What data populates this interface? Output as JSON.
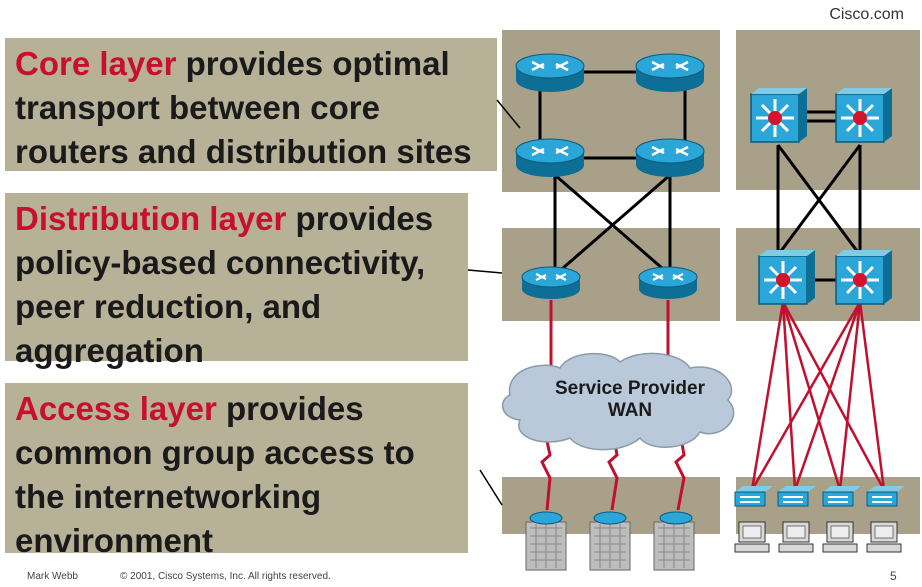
{
  "header": {
    "title_fragment": "a unique function",
    "brand": "Cisco.com"
  },
  "boxes": {
    "core": {
      "highlight": "Core layer",
      "rest": " provides optimal",
      "line2": "transport between core",
      "line3": "routers and distribution sites"
    },
    "distribution": {
      "highlight": "Distribution layer",
      "rest": " provides",
      "line2": "policy-based connectivity,",
      "line3": "peer reduction, and",
      "line4": "aggregation"
    },
    "access": {
      "highlight": "Access layer",
      "rest": " provides",
      "line2": "common group access to",
      "line3": "the internetworking",
      "line4": "environment"
    }
  },
  "diagram": {
    "wan_label_1": "Service Provider",
    "wan_label_2": "WAN",
    "colors": {
      "band": "#a8a088",
      "router": "#1a96c8",
      "switch": "#1a96c8",
      "link": "#000000",
      "wan_link": "#c0102e",
      "cloud": "#b9c9d9",
      "text_box": "#b7b198",
      "highlight": "#c8102e"
    }
  },
  "footer": {
    "author": "Mark Webb",
    "copyright": "© 2001, Cisco Systems, Inc. All rights reserved.",
    "page": "5"
  }
}
